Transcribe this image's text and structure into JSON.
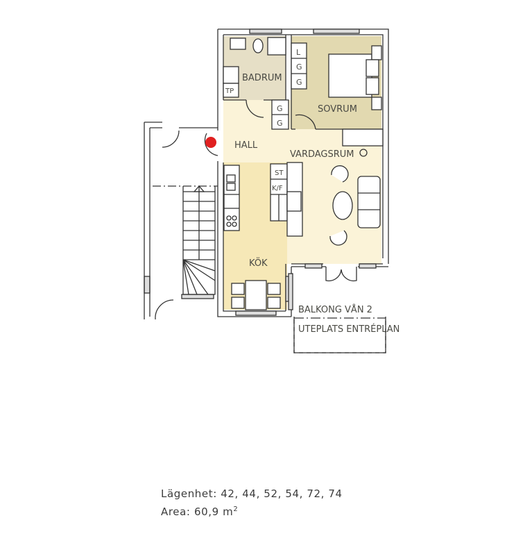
{
  "rooms": {
    "badrum": {
      "label": "BADRUM",
      "color": "#e6dfc6"
    },
    "sovrum": {
      "label": "SOVRUM",
      "color": "#e2d9b0"
    },
    "hall": {
      "label": "HALL",
      "color": "#fbf3d8"
    },
    "vardagsrum": {
      "label": "VARDAGSRUM",
      "color": "#fbf3d8"
    },
    "kok": {
      "label": "KÖK",
      "color": "#f6e8b7"
    },
    "balkong": {
      "label": "BALKONG VÅN 2"
    },
    "uteplats": {
      "label": "UTEPLATS ENTRÉPLAN"
    }
  },
  "fixtures": {
    "tp": "TP",
    "wardrobe_bedroom": [
      "L",
      "G",
      "G"
    ],
    "wardrobe_hall": [
      "G",
      "G"
    ],
    "kitchen_unit_st": "ST",
    "kitchen_unit_kf": "K/F"
  },
  "marker": {
    "color": "#e02020",
    "meaning": "you-are-here"
  },
  "info": {
    "apartments_label": "Lägenhet:",
    "apartments": "42, 44, 52, 54, 72, 74",
    "area_label": "Area:",
    "area_value": "60,9 m",
    "area_sup": "2"
  }
}
